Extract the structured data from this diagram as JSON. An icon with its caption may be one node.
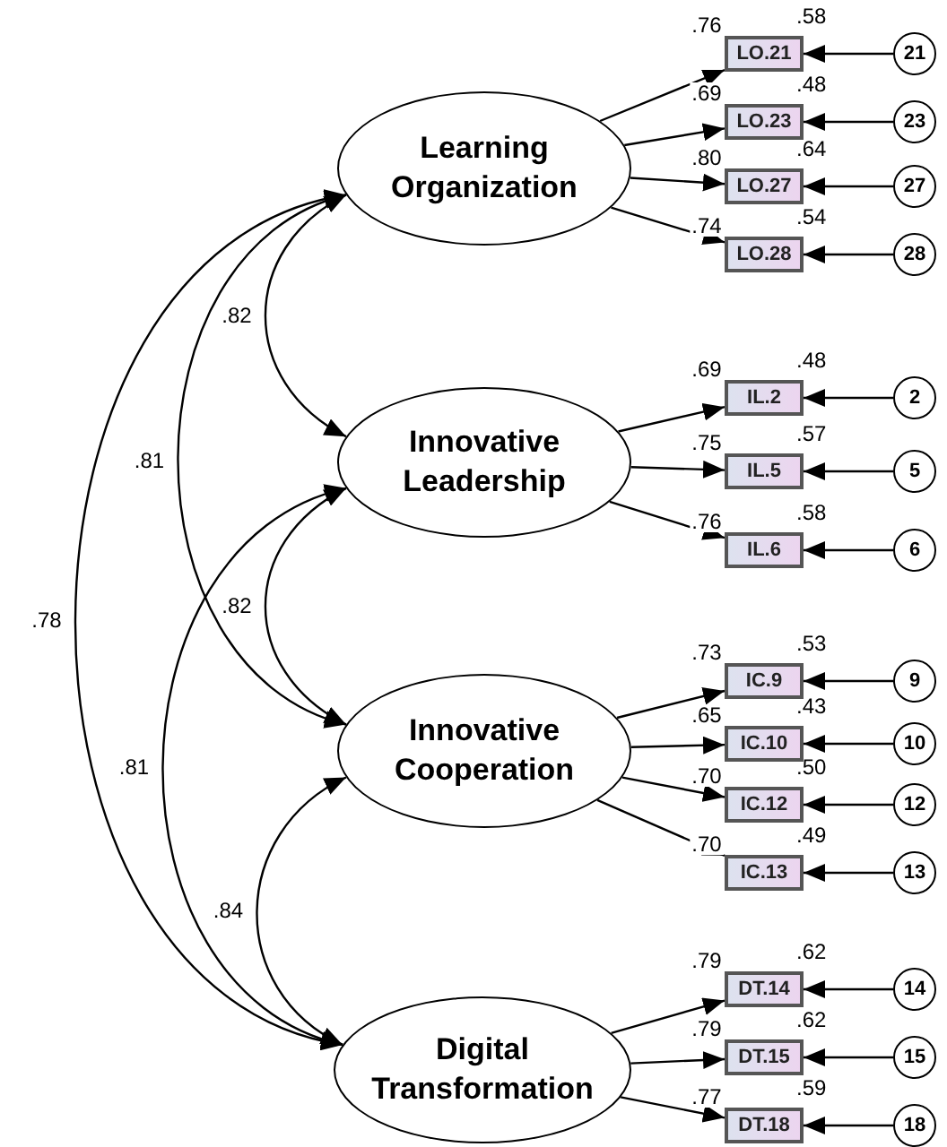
{
  "diagram": {
    "nodes": [
      {
        "text": [
          "Learning Organization"
        ]
      },
      {
        "text": [
          "Innovative Leadership"
        ]
      },
      {
        "text": [
          "Innovative Cooperation"
        ]
      },
      {
        "text": [
          "Digital Transformation"
        ]
      },
      {
        "text": [
          "LO.21"
        ],
        "beside": [
          ".58"
        ]
      },
      {
        "text": [
          "21"
        ]
      },
      {
        "text": [
          "LO.23"
        ],
        "beside": [
          ".48"
        ]
      },
      {
        "text": [
          "23"
        ]
      },
      {
        "text": [
          "LO.27"
        ],
        "beside": [
          ".64"
        ]
      },
      {
        "text": [
          "27"
        ]
      },
      {
        "text": [
          "LO.28"
        ],
        "beside": [
          ".54"
        ]
      },
      {
        "text": [
          "28"
        ]
      },
      {
        "text": [
          "IL.2"
        ],
        "beside": [
          ".48"
        ]
      },
      {
        "text": [
          "2"
        ]
      },
      {
        "text": [
          "IL.5"
        ],
        "beside": [
          ".57"
        ]
      },
      {
        "text": [
          "5"
        ]
      },
      {
        "text": [
          "IL.6"
        ],
        "beside": [
          ".58"
        ]
      },
      {
        "text": [
          "6"
        ]
      },
      {
        "text": [
          "IC.9"
        ],
        "beside": [
          ".53"
        ]
      },
      {
        "text": [
          "9"
        ]
      },
      {
        "text": [
          "IC.10"
        ],
        "beside": [
          ".43"
        ]
      },
      {
        "text": [
          "10"
        ]
      },
      {
        "text": [
          "IC.12"
        ],
        "beside": [
          ".50"
        ]
      },
      {
        "text": [
          "12"
        ]
      },
      {
        "text": [
          "IC.13"
        ],
        "beside": [
          ".49"
        ]
      },
      {
        "text": [
          "13"
        ]
      },
      {
        "text": [
          "DT.14"
        ],
        "beside": [
          ".62"
        ]
      },
      {
        "text": [
          "14"
        ]
      },
      {
        "text": [
          "DT.15"
        ],
        "beside": [
          ".62"
        ]
      },
      {
        "text": [
          "15"
        ]
      },
      {
        "text": [
          "DT.18"
        ],
        "beside": [
          ".59"
        ]
      },
      {
        "text": [
          "18"
        ]
      }
    ],
    "edges": [
      {
        "from": 0,
        "to": 1,
        "arrow": "both",
        "label": ".82"
      },
      {
        "from": 0,
        "to": 2,
        "arrow": "both",
        "label": ".81"
      },
      {
        "from": 0,
        "to": 3,
        "arrow": "both",
        "label": ".78"
      },
      {
        "from": 1,
        "to": 2,
        "arrow": "both",
        "label": ".82"
      },
      {
        "from": 1,
        "to": 3,
        "arrow": "both",
        "label": ".81"
      },
      {
        "from": 2,
        "to": 3,
        "arrow": "both",
        "label": ".84"
      },
      {
        "from": 0,
        "to": 4,
        "arrow": "to",
        "label": ".76"
      },
      {
        "from": 5,
        "to": 4,
        "arrow": "to"
      },
      {
        "from": 0,
        "to": 6,
        "arrow": "to",
        "label": ".69"
      },
      {
        "from": 7,
        "to": 6,
        "arrow": "to"
      },
      {
        "from": 0,
        "to": 8,
        "arrow": "to",
        "label": ".80"
      },
      {
        "from": 9,
        "to": 8,
        "arrow": "to"
      },
      {
        "from": 0,
        "to": 10,
        "arrow": "to",
        "label": ".74"
      },
      {
        "from": 11,
        "to": 10,
        "arrow": "to"
      },
      {
        "from": 1,
        "to": 12,
        "arrow": "to",
        "label": ".69"
      },
      {
        "from": 13,
        "to": 12,
        "arrow": "to"
      },
      {
        "from": 1,
        "to": 14,
        "arrow": "to",
        "label": ".75"
      },
      {
        "from": 15,
        "to": 14,
        "arrow": "to"
      },
      {
        "from": 1,
        "to": 16,
        "arrow": "to",
        "label": ".76"
      },
      {
        "from": 17,
        "to": 16,
        "arrow": "to"
      },
      {
        "from": 2,
        "to": 18,
        "arrow": "to",
        "label": ".73"
      },
      {
        "from": 19,
        "to": 18,
        "arrow": "to"
      },
      {
        "from": 2,
        "to": 20,
        "arrow": "to",
        "label": ".65"
      },
      {
        "from": 21,
        "to": 20,
        "arrow": "to"
      },
      {
        "from": 2,
        "to": 22,
        "arrow": "to",
        "label": ".70"
      },
      {
        "from": 23,
        "to": 22,
        "arrow": "to"
      },
      {
        "from": 2,
        "to": 24,
        "arrow": "to",
        "label": ".70"
      },
      {
        "from": 25,
        "to": 24,
        "arrow": "to"
      },
      {
        "from": 3,
        "to": 26,
        "arrow": "to",
        "label": ".79"
      },
      {
        "from": 27,
        "to": 26,
        "arrow": "to"
      },
      {
        "from": 3,
        "to": 28,
        "arrow": "to",
        "label": ".79"
      },
      {
        "from": 29,
        "to": 28,
        "arrow": "to"
      },
      {
        "from": 3,
        "to": 30,
        "arrow": "to",
        "label": ".77"
      },
      {
        "from": 31,
        "to": 30,
        "arrow": "to"
      }
    ]
  }
}
